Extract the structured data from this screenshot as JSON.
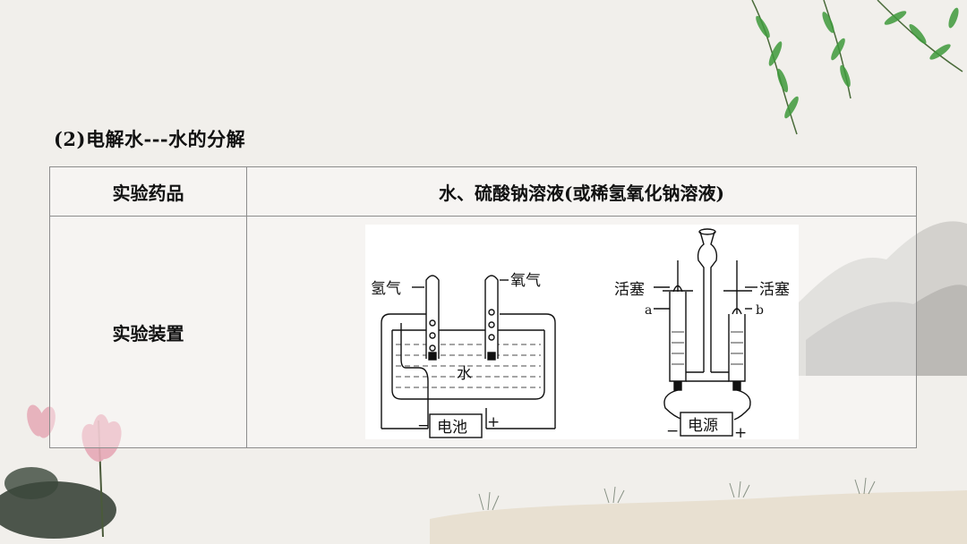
{
  "heading": "(2)电解水---水的分解",
  "table": {
    "rows": [
      {
        "label": "实验药品",
        "value": "水、硫酸钠溶液(或稀氢氧化钠溶液)"
      },
      {
        "label": "实验装置",
        "value": ""
      }
    ]
  },
  "diagram_left": {
    "hydrogen_label": "氢气",
    "oxygen_label": "氧气",
    "water_label": "水",
    "battery_label": "电池",
    "minus": "−",
    "plus": "+"
  },
  "diagram_right": {
    "left_valve_label": "活塞",
    "right_valve_label": "活塞",
    "tube_a_label": "a",
    "tube_b_label": "b",
    "power_label": "电源",
    "minus": "−",
    "plus": "+"
  },
  "colors": {
    "background": "#f1efeb",
    "table_border": "#8d8d8d",
    "willow_green": "#3f9a3c",
    "lotus_pink": "#e6a9b6"
  }
}
